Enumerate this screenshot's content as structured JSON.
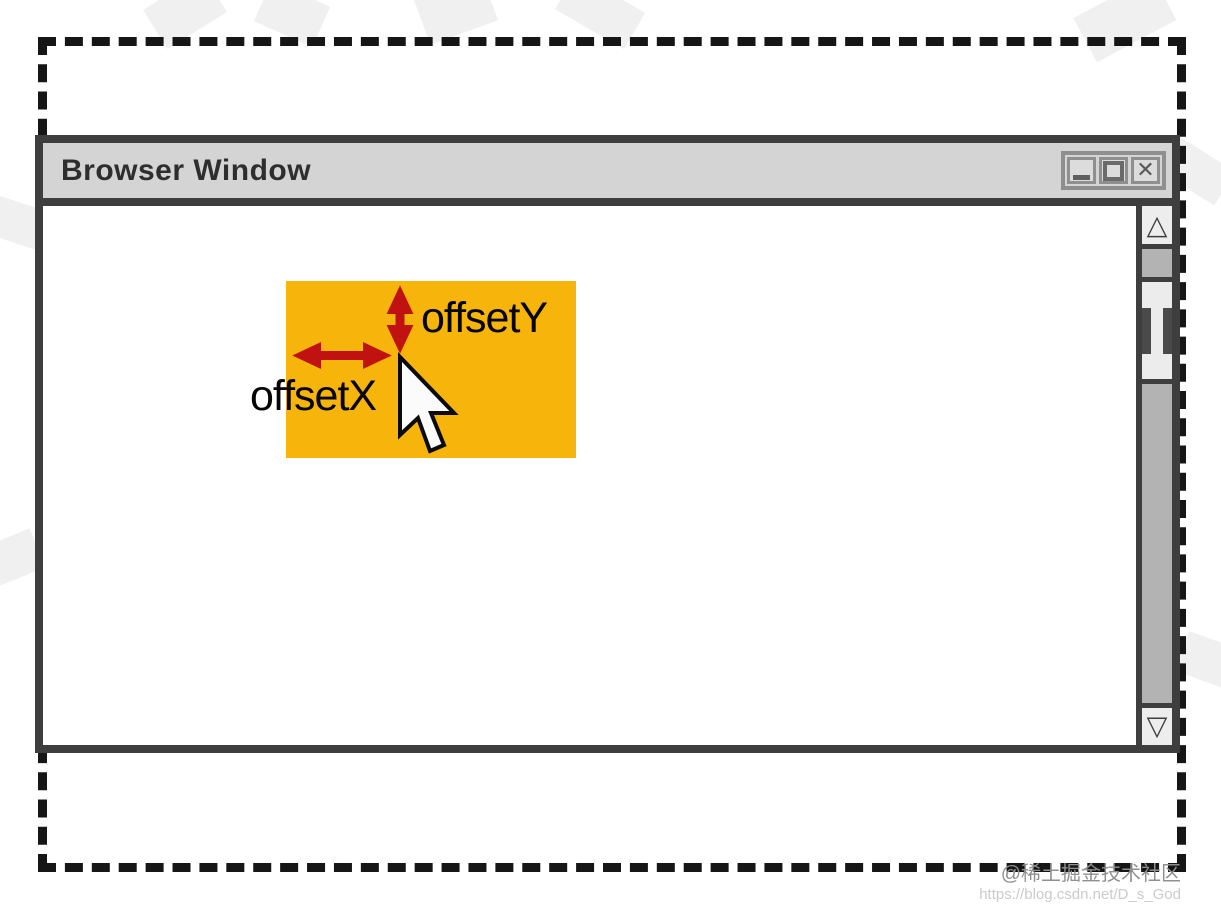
{
  "figure": {
    "window": {
      "title": "Browser Window",
      "controls": {
        "minimize_icon": "minimize-icon",
        "maximize_icon": "maximize-icon",
        "close_icon": "close-icon",
        "close_glyph": "✕"
      },
      "scrollbar": {
        "up_glyph": "△",
        "down_glyph": "▽"
      }
    },
    "annotations": {
      "offset_y_label": "offsetY",
      "offset_x_label": "offsetX",
      "cursor_icon": "mouse-pointer-icon"
    },
    "colors": {
      "target_box": "#F7B40A",
      "arrow": "#C11212",
      "window_border": "#3E3E3E",
      "titlebar_bg": "#D4D4D4",
      "scrollbar_track": "#B3B3B3",
      "dashed_frame": "#161616"
    },
    "watermark": {
      "line1": "@稀土掘金技术社区",
      "line2": "https://blog.csdn.net/D_s_God"
    }
  }
}
